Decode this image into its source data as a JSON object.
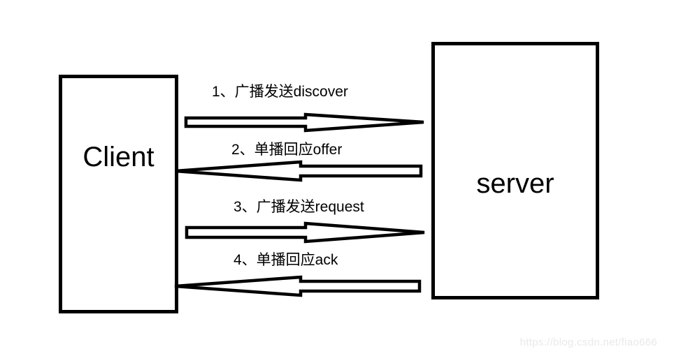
{
  "diagram": {
    "nodes": {
      "client": {
        "label": "Client"
      },
      "server": {
        "label": "server"
      }
    },
    "messages": [
      {
        "label": "1、广播发送discover",
        "from": "client",
        "to": "server",
        "direction": "right"
      },
      {
        "label": "2、单播回应offer",
        "from": "server",
        "to": "client",
        "direction": "left"
      },
      {
        "label": "3、广播发送request",
        "from": "client",
        "to": "server",
        "direction": "right"
      },
      {
        "label": "4、单播回应ack",
        "from": "server",
        "to": "client",
        "direction": "left"
      }
    ],
    "watermark": {
      "text": "https://blog.csdn.net/fiao666",
      "color": "#e9e9e9"
    },
    "colors": {
      "stroke": "#000000",
      "background": "#ffffff"
    }
  }
}
